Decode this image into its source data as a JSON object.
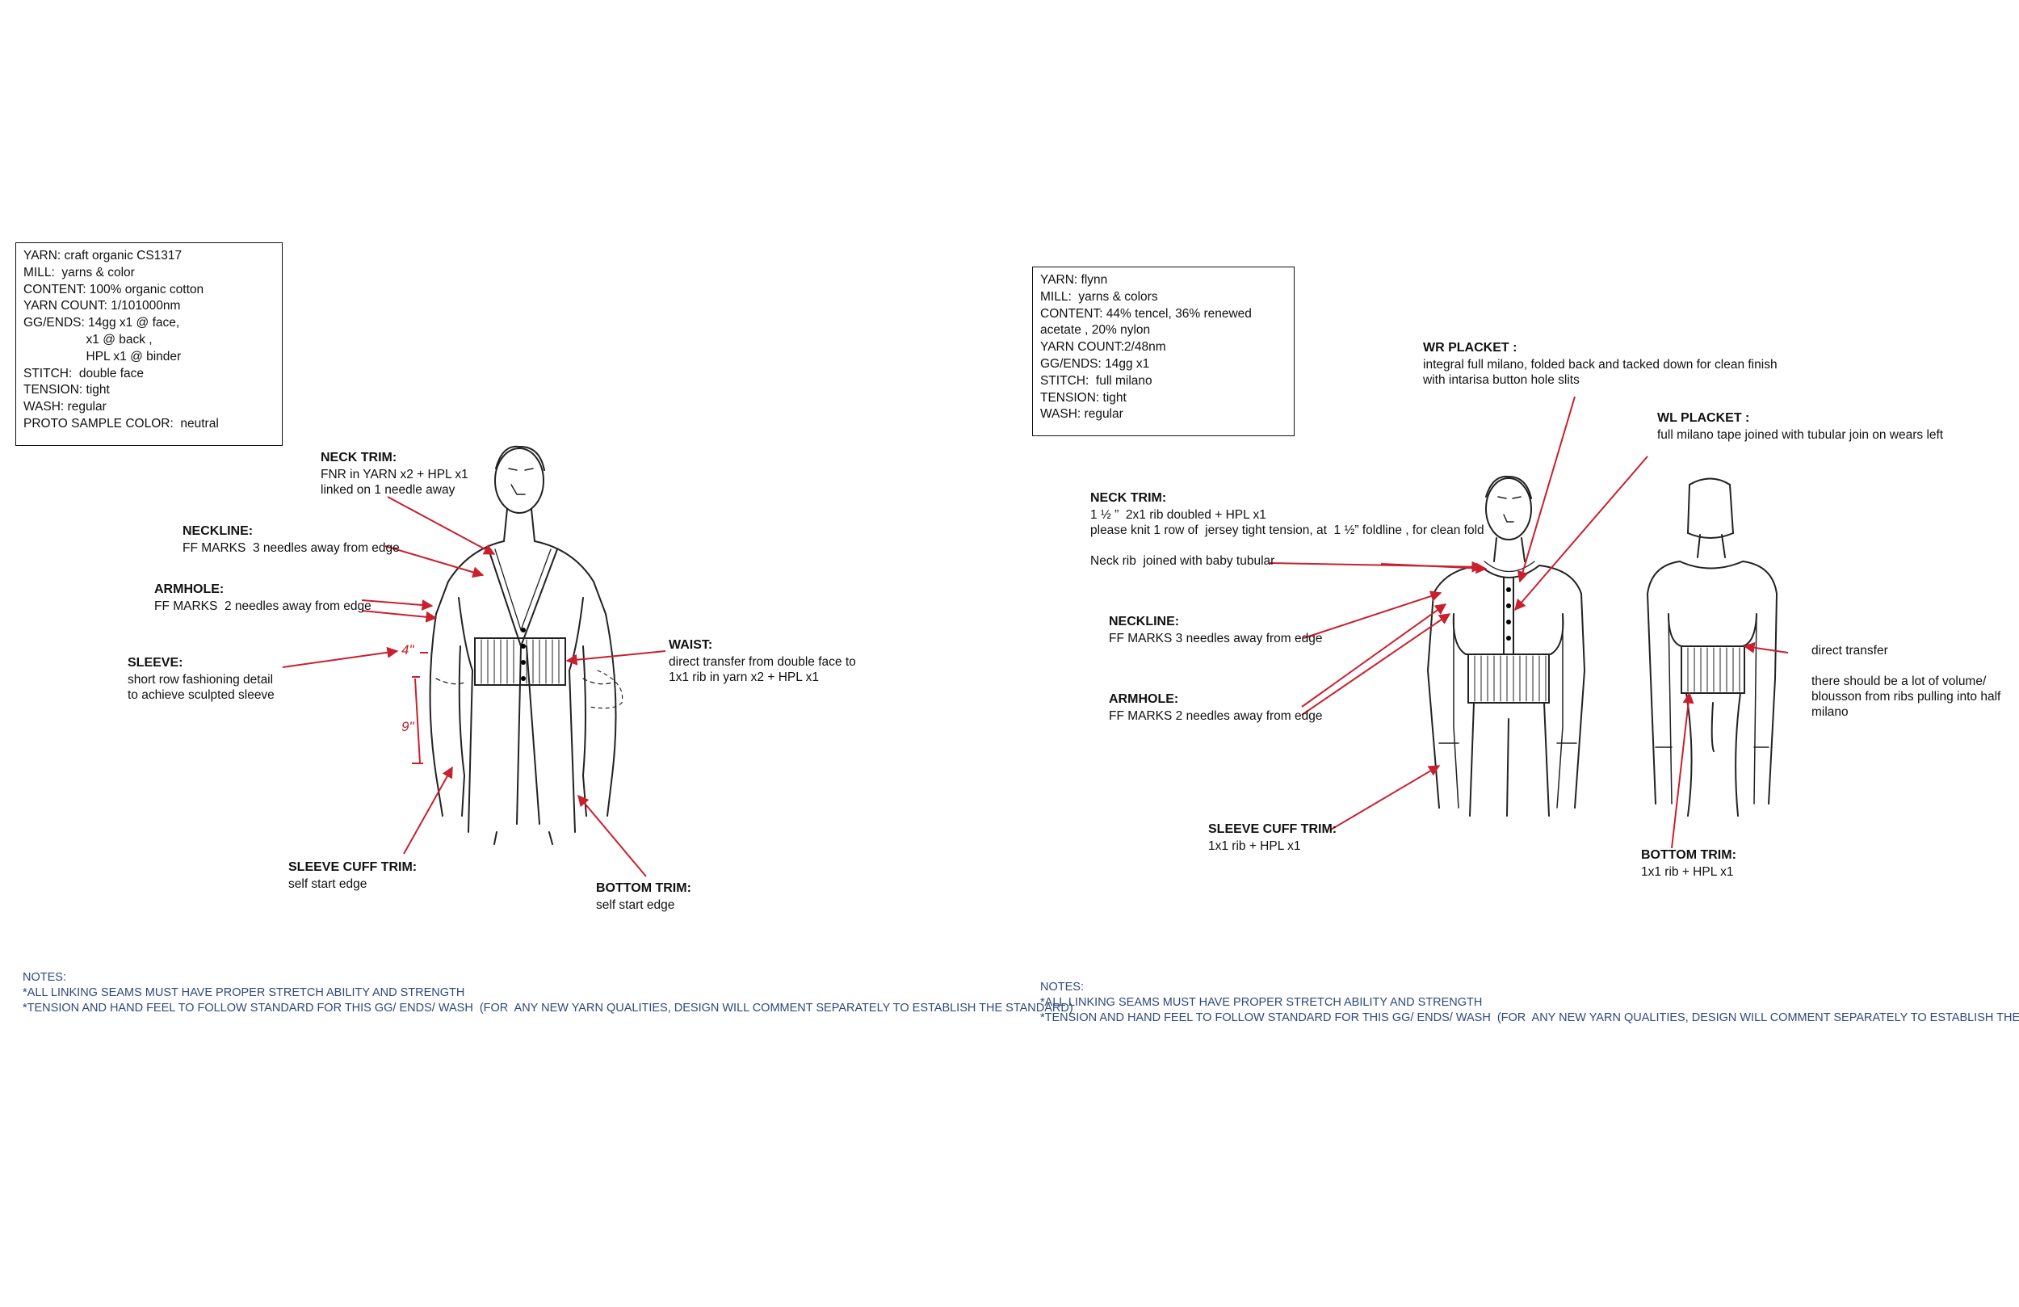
{
  "left": {
    "spec_box": [
      "YARN: craft organic CS1317",
      "MILL:  yarns & color",
      "CONTENT: 100% organic cotton",
      "YARN COUNT: 1/101000nm",
      "GG/ENDS: 14gg x1 @ face,",
      "                  x1 @ back ,",
      "                  HPL x1 @ binder",
      "STITCH:  double face",
      "TENSION: tight",
      "WASH: regular",
      "PROTO SAMPLE COLOR:  neutral"
    ],
    "callouts": {
      "neck_trim": {
        "heading": "NECK TRIM:",
        "lines": [
          "FNR in YARN x2 + HPL x1",
          "linked on 1 needle away"
        ]
      },
      "neckline": {
        "heading": "NECKLINE:",
        "lines": [
          "FF MARKS  3 needles away from edge"
        ]
      },
      "armhole": {
        "heading": "ARMHOLE:",
        "lines": [
          "FF MARKS  2 needles away from edge"
        ]
      },
      "sleeve": {
        "heading": "SLEEVE:",
        "lines": [
          "short row fashioning detail",
          "to achieve sculpted sleeve"
        ]
      },
      "waist": {
        "heading": "WAIST:",
        "lines": [
          "direct transfer from double face to",
          "1x1 rib in yarn x2 + HPL x1"
        ]
      },
      "sleeve_cuff_trim": {
        "heading": "SLEEVE CUFF TRIM:",
        "lines": [
          "self start edge"
        ]
      },
      "bottom_trim": {
        "heading": "BOTTOM TRIM:",
        "lines": [
          "self start edge"
        ]
      }
    },
    "measurements": {
      "upper": "4\"",
      "lower": "9\""
    },
    "notes": [
      "NOTES:",
      "*ALL LINKING SEAMS MUST HAVE PROPER STRETCH ABILITY AND STRENGTH",
      "*TENSION AND HAND FEEL TO FOLLOW STANDARD FOR THIS GG/ ENDS/ WASH  (FOR  ANY NEW YARN QUALITIES, DESIGN WILL COMMENT SEPARATELY TO ESTABLISH THE STANDARD)"
    ]
  },
  "right": {
    "spec_box": [
      "YARN: flynn",
      "MILL:  yarns & colors",
      "CONTENT: 44% tencel, 36% renewed",
      "acetate , 20% nylon",
      "YARN COUNT:2/48nm",
      "GG/ENDS: 14gg x1",
      "STITCH:  full milano",
      "TENSION: tight",
      "WASH: regular"
    ],
    "callouts": {
      "wr_placket": {
        "heading": "WR PLACKET :",
        "lines": [
          "integral full milano, folded back and tacked down for clean finish",
          "with intarisa button hole slits"
        ]
      },
      "wl_placket": {
        "heading": "WL PLACKET :",
        "lines": [
          "full milano tape joined with tubular join on wears left"
        ]
      },
      "neck_trim": {
        "heading": "NECK TRIM:",
        "lines": [
          "1 ½ ”  2x1 rib doubled + HPL x1",
          "please knit 1 row of  jersey tight tension, at  1 ½” foldline , for clean fold",
          "",
          "Neck rib  joined with baby tubular"
        ]
      },
      "neckline": {
        "heading": "NECKLINE:",
        "lines": [
          "FF MARKS 3 needles away from edge"
        ]
      },
      "armhole": {
        "heading": "ARMHOLE:",
        "lines": [
          "FF MARKS 2 needles away from edge"
        ]
      },
      "sleeve_cuff_trim": {
        "heading": "SLEEVE CUFF TRIM:",
        "lines": [
          "1x1 rib + HPL x1"
        ]
      },
      "bottom_trim": {
        "heading": "BOTTOM TRIM:",
        "lines": [
          "1x1 rib + HPL x1"
        ]
      },
      "direct_transfer": {
        "lines": [
          "direct transfer",
          "",
          "there should be a lot of volume/",
          "blousson from ribs pulling into half",
          "milano"
        ]
      }
    },
    "notes": [
      "NOTES:",
      "*ALL LINKING SEAMS MUST HAVE PROPER STRETCH ABILITY AND STRENGTH",
      "*TENSION AND HAND FEEL TO FOLLOW STANDARD FOR THIS GG/ ENDS/ WASH  (FOR  ANY NEW YARN QUALITIES, DESIGN WILL COMMENT SEPARATELY TO ESTABLISH THE STANDARD)"
    ]
  },
  "colors": {
    "arrow": "#c8202e",
    "notes": "#2e4a7a",
    "sketch": "#222222"
  }
}
